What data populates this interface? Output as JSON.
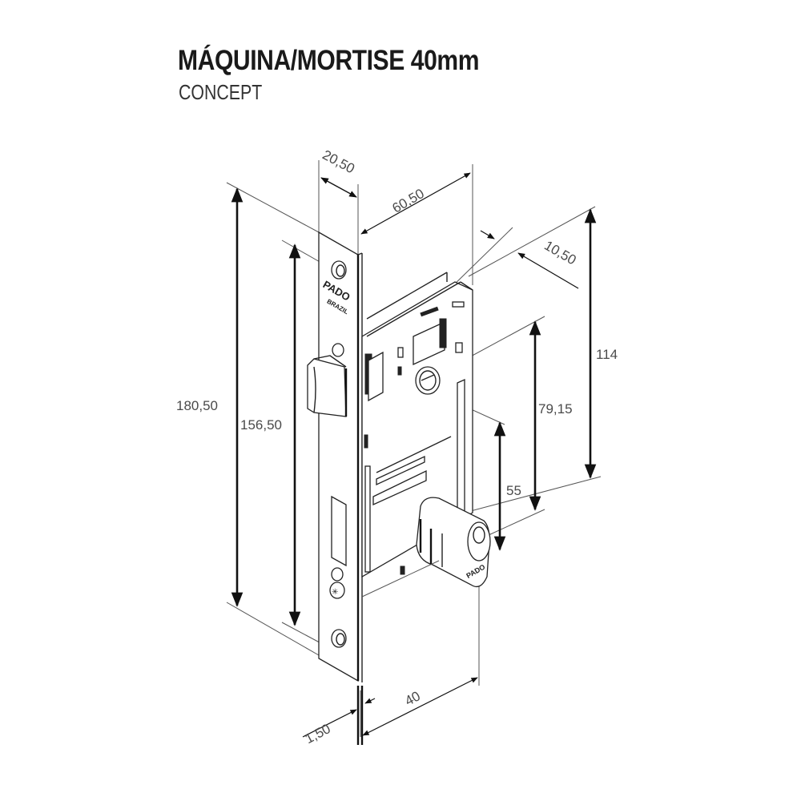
{
  "header": {
    "title": "MÁQUINA/MORTISE 40mm",
    "subtitle": "CONCEPT"
  },
  "dimensions": {
    "faceplate_width": "20,50",
    "case_depth": "60,50",
    "case_offset": "10,50",
    "case_height": "114",
    "handle_to_cylinder": "79,15",
    "cylinder_offset": "55",
    "faceplate_height": "180,50",
    "screw_spacing": "156,50",
    "faceplate_thickness": "1,50",
    "backset": "40"
  },
  "branding": {
    "faceplate_logo": "PADO",
    "cylinder_logo": "PADO"
  },
  "colors": {
    "background": "#ffffff",
    "line": "#222222",
    "text": "#4a4a4a"
  }
}
